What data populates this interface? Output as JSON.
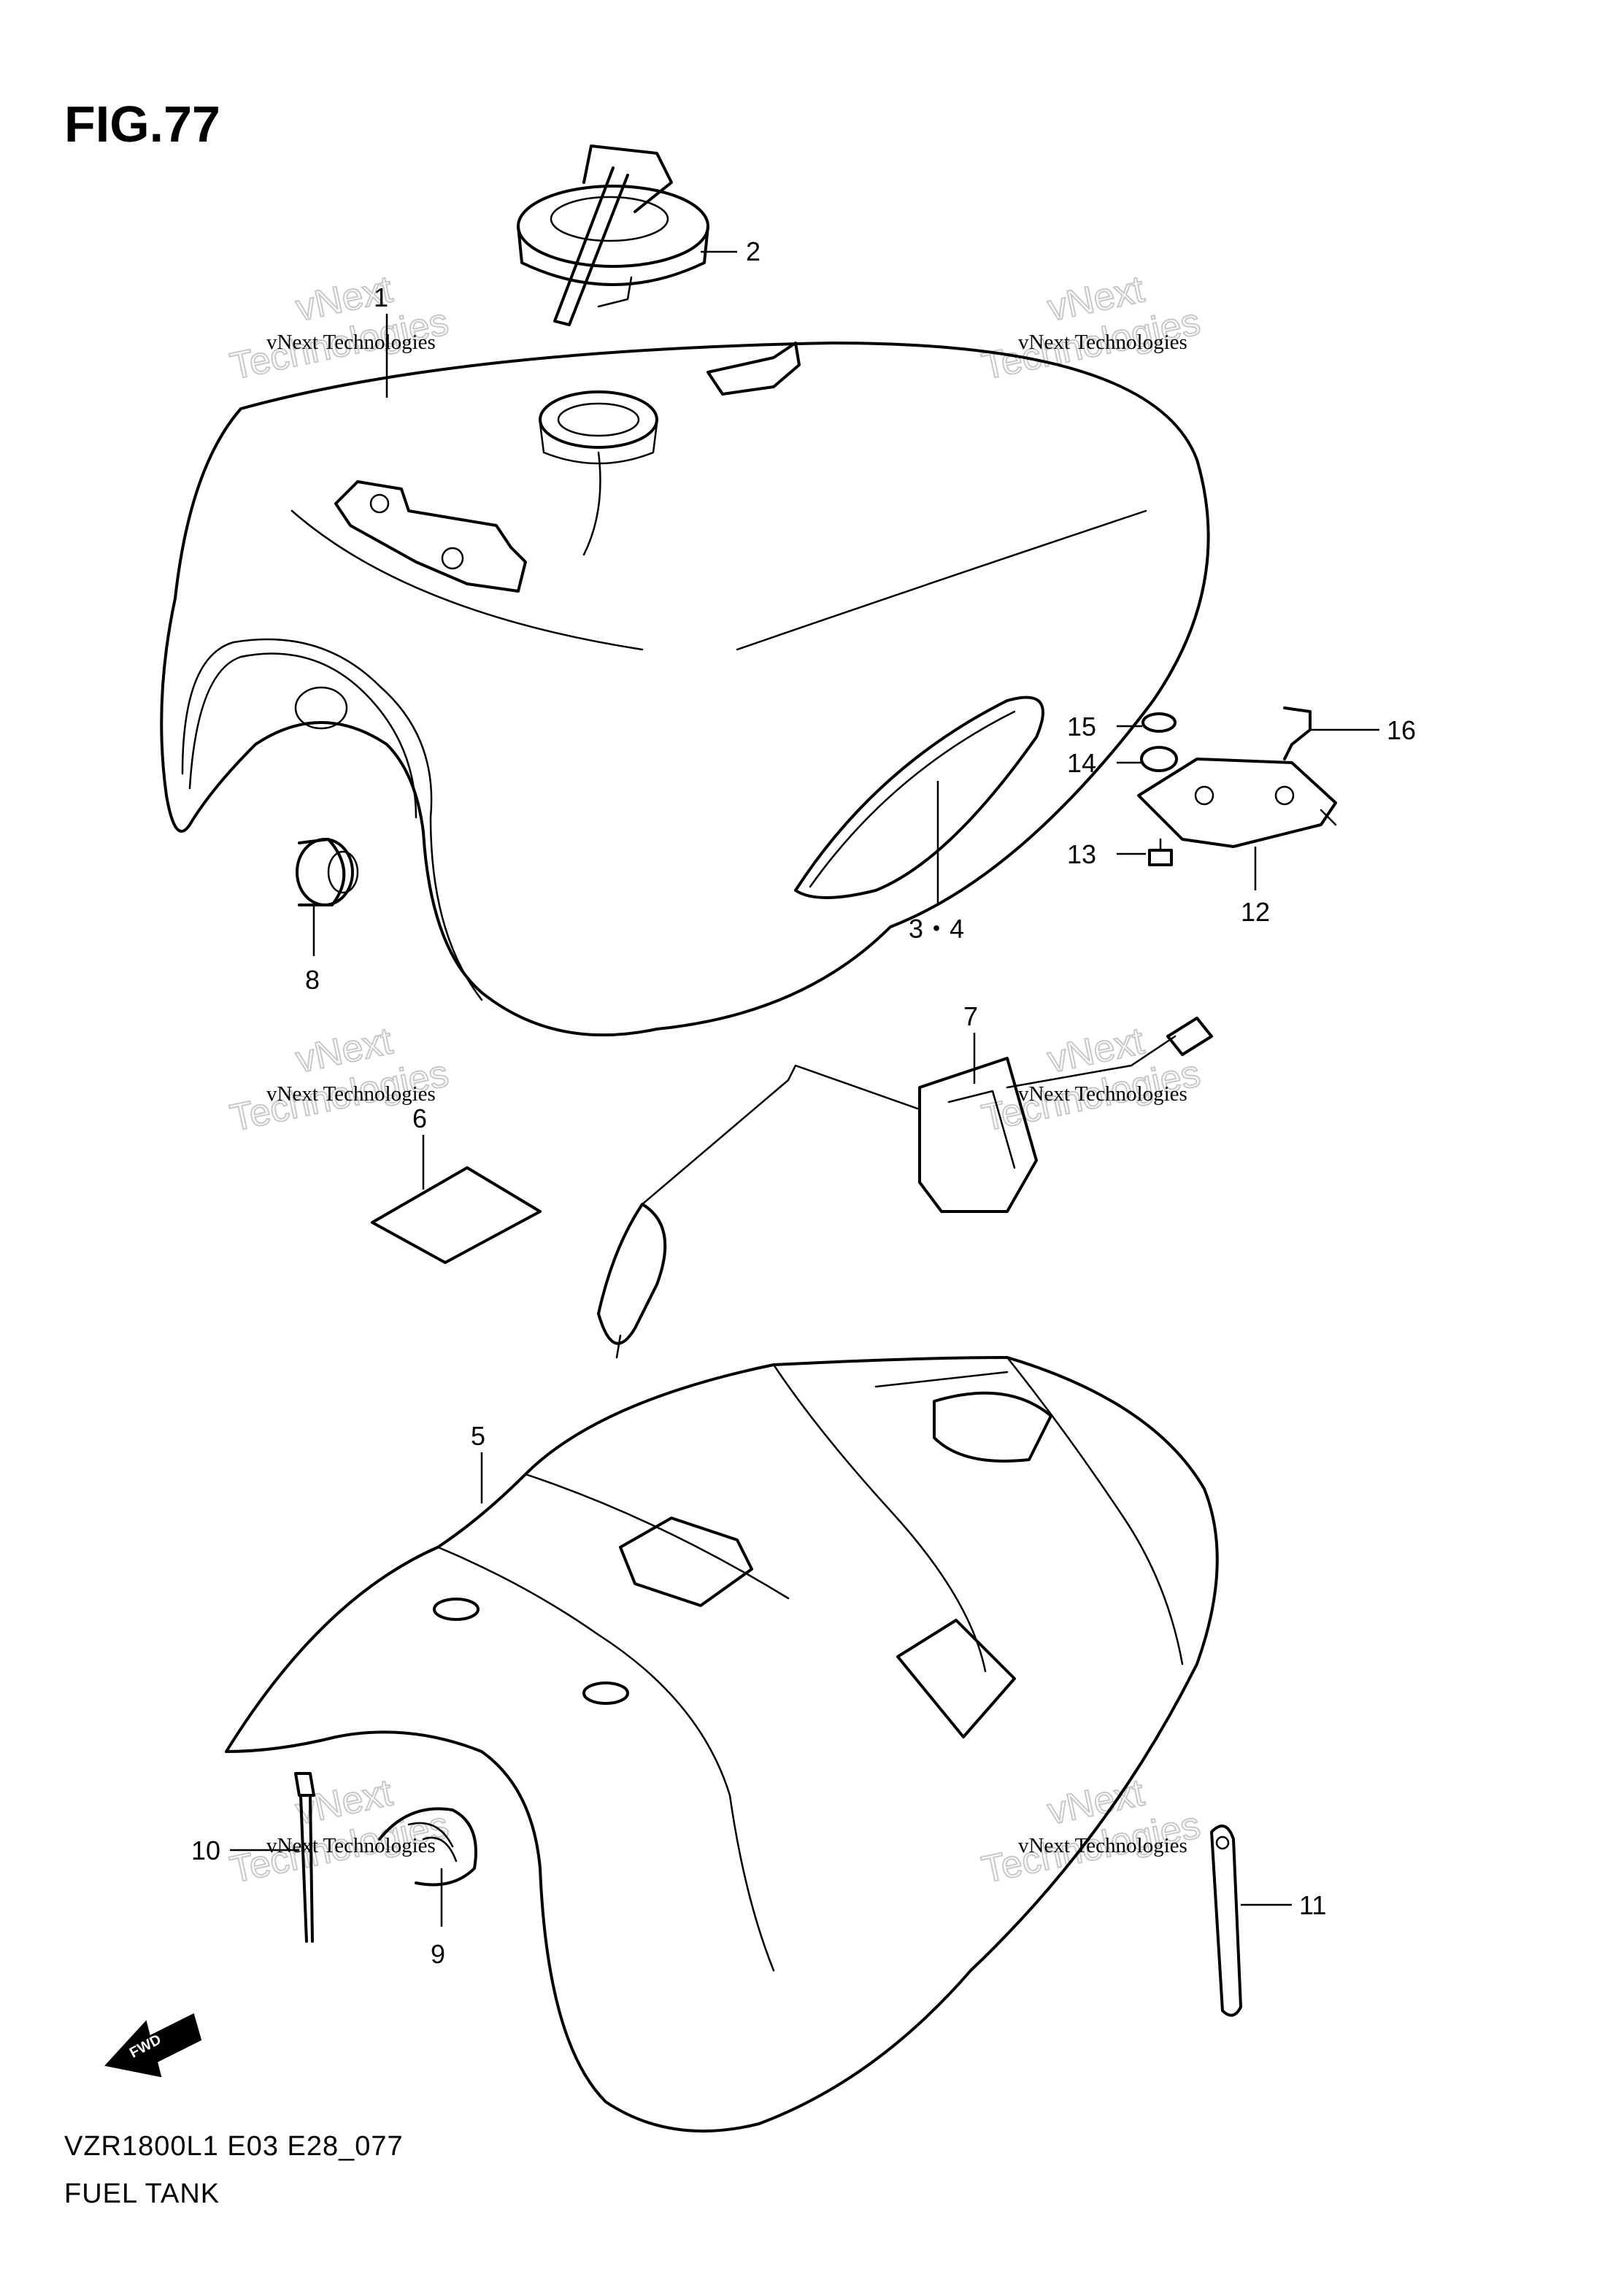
{
  "figure": {
    "title": "FIG.77"
  },
  "footer": {
    "model_code": "VZR1800L1 E03 E28_077",
    "section_name": "FUEL TANK"
  },
  "watermark": {
    "company_line": "vNext Technologies",
    "brand_top": "vNext",
    "brand_bottom": "Technologies"
  },
  "callouts": [
    {
      "id": "c1",
      "label": "1"
    },
    {
      "id": "c2",
      "label": "2"
    },
    {
      "id": "c34",
      "label": "3・4"
    },
    {
      "id": "c5",
      "label": "5"
    },
    {
      "id": "c6",
      "label": "6"
    },
    {
      "id": "c7",
      "label": "7"
    },
    {
      "id": "c8",
      "label": "8"
    },
    {
      "id": "c9",
      "label": "9"
    },
    {
      "id": "c10",
      "label": "10"
    },
    {
      "id": "c11",
      "label": "11"
    },
    {
      "id": "c12",
      "label": "12"
    },
    {
      "id": "c13",
      "label": "13"
    },
    {
      "id": "c14",
      "label": "14"
    },
    {
      "id": "c15",
      "label": "15"
    },
    {
      "id": "c16",
      "label": "16"
    }
  ],
  "fwd_arrow": {
    "label": "FWD",
    "icon": "fwd-arrow-icon"
  }
}
